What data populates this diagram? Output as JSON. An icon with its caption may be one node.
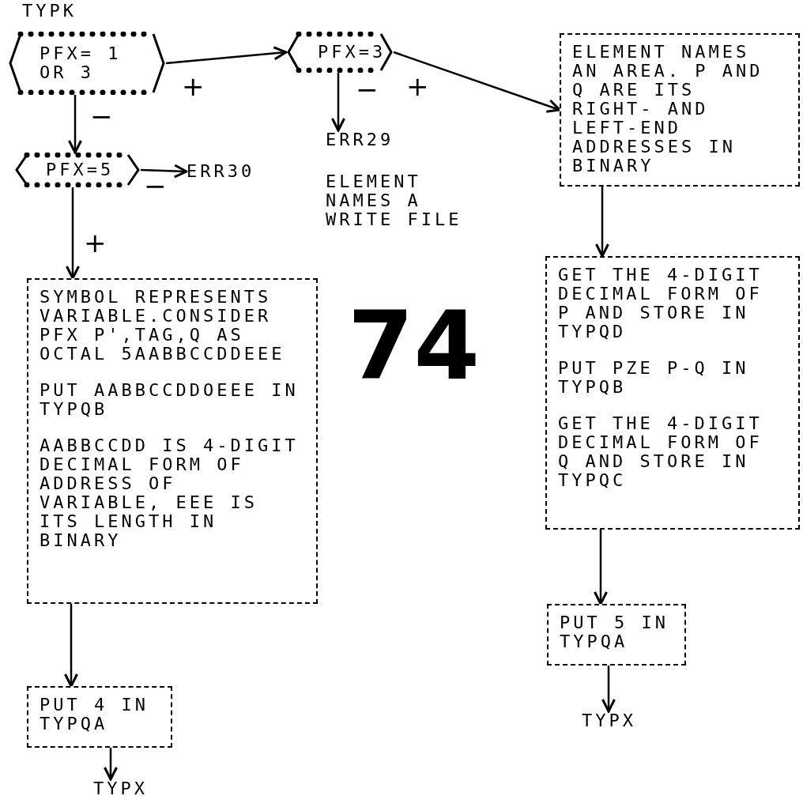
{
  "diagram": {
    "nodes": [
      {
        "text": [
          "TYPK",
          "PFX= 1 OR 3"
        ]
      },
      {
        "text": [
          "PFX=3"
        ]
      },
      {
        "text": [
          "ELEMENT NAMES AN AREA. P AND Q ARE ITS RIGHT- AND LEFT-END ADDRESSES IN BINARY"
        ]
      },
      {
        "text": [
          "ERR29"
        ]
      },
      {
        "text": [
          "PFX=5"
        ]
      },
      {
        "text": [
          "ERR30"
        ]
      },
      {
        "text": [
          "SYMBOL REPRESENTS VARIABLE.CONSIDER PFX P',TAG,Q AS OCTAL 5AABBCCDDEEE",
          "PUT AABBCCDDOEEE IN TYPQB",
          "AABBCCDD IS 4-DIGIT DECIMAL FORM OF ADDRESS OF VARIABLE, EEE IS ITS LENGTH IN BINARY"
        ]
      },
      {
        "text": [
          "GET THE 4-DIGIT DECIMAL FORM OF P AND STORE IN TYPQD",
          "PUT PZE P-Q IN TYPQB",
          "GET THE 4-DIGIT DECIMAL FORM OF Q AND STORE IN TYPQC"
        ]
      },
      {
        "text": [
          "PUT 5 IN TYPQA"
        ]
      },
      {
        "text": [
          "PUT 4 IN TYPQA"
        ]
      },
      {
        "text": [
          "TYPX"
        ]
      },
      {
        "text": [
          "TYPX"
        ]
      }
    ],
    "edges": [
      {
        "from": 0,
        "to": 1,
        "arrow": "to",
        "label": "+"
      },
      {
        "from": 0,
        "to": 4,
        "arrow": "to",
        "label": "−"
      },
      {
        "from": 1,
        "to": 2,
        "arrow": "to",
        "label": "+"
      },
      {
        "from": 1,
        "to": 3,
        "arrow": "to",
        "label": "−"
      },
      {
        "from": 4,
        "to": 5,
        "arrow": "to",
        "label": "−"
      },
      {
        "from": 4,
        "to": 6,
        "arrow": "to",
        "label": "+"
      },
      {
        "from": 2,
        "to": 7,
        "arrow": "to"
      },
      {
        "from": 7,
        "to": 8,
        "arrow": "to"
      },
      {
        "from": 8,
        "to": 11,
        "arrow": "to"
      },
      {
        "from": 6,
        "to": 9,
        "arrow": "to"
      },
      {
        "from": 9,
        "to": 10,
        "arrow": "to"
      }
    ],
    "labels": [
      "ELEMENT NAMES A WRITE FILE",
      "74"
    ]
  }
}
